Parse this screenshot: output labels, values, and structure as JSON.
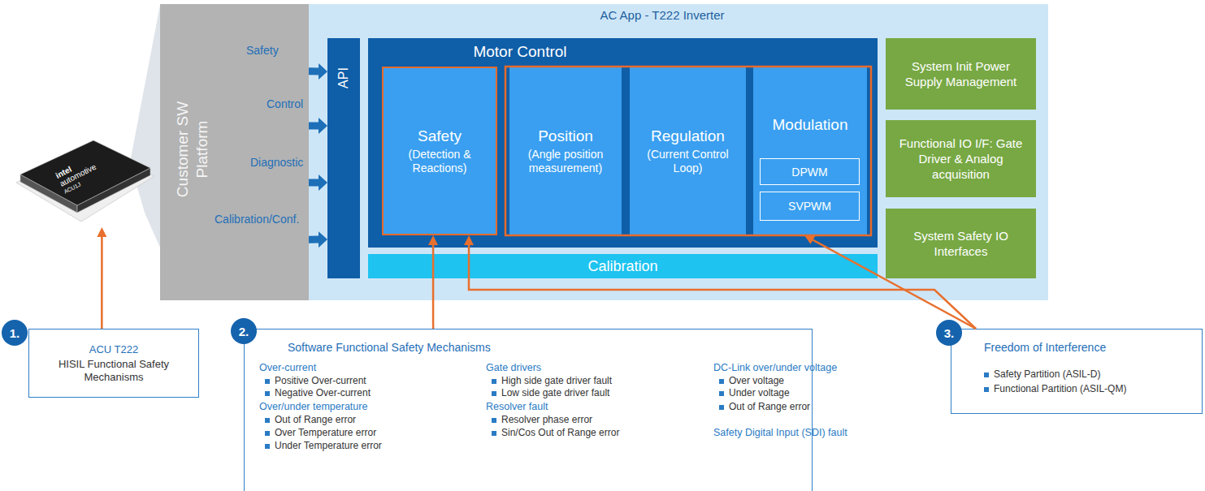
{
  "diagram": {
    "nodes": [
      {
        "text": [
          "intel",
          "automotive",
          "ACU1J"
        ]
      },
      {
        "text": [
          "AC App - T222 Inverter"
        ]
      },
      {
        "text": [
          "Customer SW Platform"
        ]
      },
      {
        "text": [
          "API"
        ],
        "in": 1
      },
      {
        "text": [
          "Motor Control"
        ],
        "in": 1
      },
      {
        "text": [
          "Safety",
          "(Detection & Reactions)"
        ],
        "in": 4
      },
      {
        "text": [
          "Position",
          "(Angle position measurement)"
        ],
        "in": 4
      },
      {
        "text": [
          "Regulation",
          "(Current Control Loop)"
        ],
        "in": 4
      },
      {
        "text": [
          "Modulation"
        ],
        "in": 4
      },
      {
        "text": [
          "DPWM"
        ],
        "in": 8
      },
      {
        "text": [
          "SVPWM"
        ],
        "in": 8
      },
      {
        "text": [
          "Calibration"
        ],
        "in": 1
      },
      {
        "text": [
          "System Init Power Supply Management"
        ],
        "in": 1
      },
      {
        "text": [
          "Functional IO I/F: Gate Driver & Analog acquisition"
        ],
        "in": 1
      },
      {
        "text": [
          "System Safety IO Interfaces"
        ],
        "in": 1
      },
      {
        "text": [
          "1."
        ]
      },
      {
        "text": [
          "ACU T222",
          "HISIL Functional Safety Mechanisms"
        ]
      },
      {
        "text": [
          "2."
        ]
      },
      {
        "text": [
          "Software Functional Safety Mechanisms",
          "Over-current",
          "Positive Over-current",
          "Negative Over-current",
          "Over/under temperature",
          "Out of Range error",
          "Over Temperature error",
          "Under Temperature error",
          "Gate drivers",
          "High side gate driver fault",
          "Low side gate driver fault",
          "Resolver fault",
          "Resolver phase error",
          "Sin/Cos Out of Range error",
          "DC-Link over/under voltage",
          "Over voltage",
          "Under voltage",
          "Out of Range error",
          "Safety Digital Input (SDI) fault"
        ]
      },
      {
        "text": [
          "3."
        ]
      },
      {
        "text": [
          "Freedom of Interference",
          "Safety Partition (ASIL-D)",
          "Functional Partition (ASIL-QM)"
        ]
      }
    ],
    "edges": [
      {
        "from": 2,
        "to": 3,
        "arrow": "to",
        "label": "Safety"
      },
      {
        "from": 2,
        "to": 3,
        "arrow": "to",
        "label": "Control"
      },
      {
        "from": 2,
        "to": 3,
        "arrow": "to",
        "label": "Diagnostic"
      },
      {
        "from": 2,
        "to": 3,
        "arrow": "to",
        "label": "Calibration/Conf."
      },
      {
        "from": 16,
        "to": 0,
        "arrow": "to"
      },
      {
        "from": 18,
        "to": 5,
        "arrow": "to"
      },
      {
        "from": 20,
        "to": 5,
        "arrow": "to"
      },
      {
        "from": 20,
        "to": 8,
        "arrow": "to"
      }
    ]
  }
}
